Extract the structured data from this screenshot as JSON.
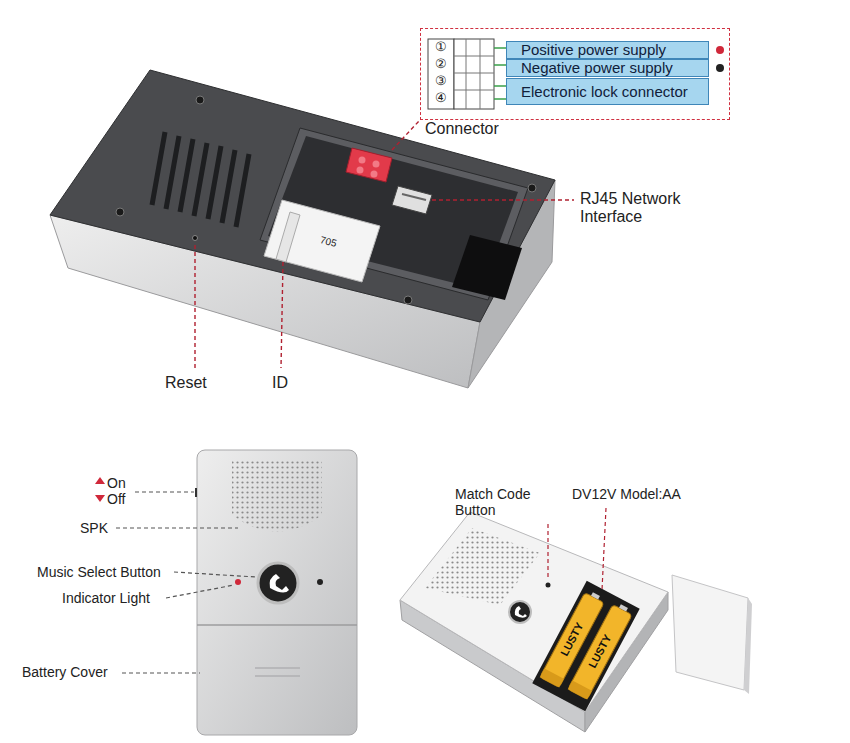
{
  "diagram": {
    "nodes": [
      {
        "text": [
          "Connector"
        ]
      },
      {
        "text": [
          "Positive power supply"
        ],
        "in": 0
      },
      {
        "text": [
          "Negative power supply"
        ],
        "in": 0
      },
      {
        "text": [
          "Electronic lock connector"
        ],
        "in": 0
      }
    ],
    "labels": [
      "①",
      "②",
      "③",
      "④",
      "RJ45 Network Interface",
      "705",
      "Reset",
      "ID",
      "On",
      "Off",
      "SPK",
      "Music Select Button",
      "Indicator Light",
      "Battery Cover",
      "Match Code Button",
      "DV12V Model:AA",
      "LUSTY",
      "LUSTY"
    ]
  }
}
